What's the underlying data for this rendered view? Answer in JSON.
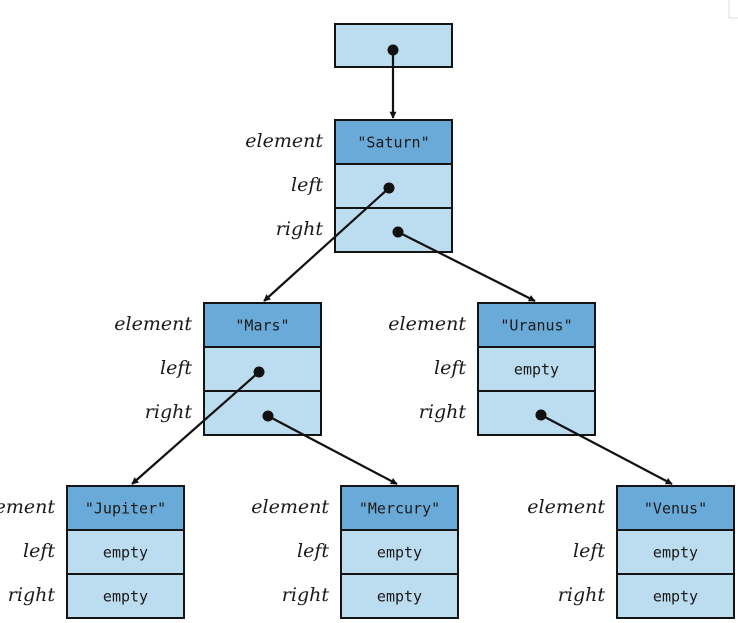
{
  "labels": {
    "element": "element",
    "left": "left",
    "right": "right"
  },
  "values": {
    "empty": "empty"
  },
  "nodes": [
    {
      "id": "saturn",
      "element": "\"Saturn\"",
      "left": "",
      "right": ""
    },
    {
      "id": "mars",
      "element": "\"Mars\"",
      "left": "",
      "right": ""
    },
    {
      "id": "uranus",
      "element": "\"Uranus\"",
      "left": "empty",
      "right": ""
    },
    {
      "id": "jupiter",
      "element": "\"Jupiter\"",
      "left": "empty",
      "right": "empty"
    },
    {
      "id": "mercury",
      "element": "\"Mercury\"",
      "left": "empty",
      "right": "empty"
    },
    {
      "id": "venus",
      "element": "\"Venus\"",
      "left": "empty",
      "right": "empty"
    }
  ],
  "edges": [
    {
      "from": "root",
      "to": "saturn"
    },
    {
      "from": "saturn.left",
      "to": "mars"
    },
    {
      "from": "saturn.right",
      "to": "uranus"
    },
    {
      "from": "mars.left",
      "to": "jupiter"
    },
    {
      "from": "mars.right",
      "to": "mercury"
    },
    {
      "from": "uranus.right",
      "to": "venus"
    }
  ],
  "colors": {
    "element_cell": "#6aaad8",
    "pointer_cell": "#bcdcf0",
    "line": "#111111"
  }
}
